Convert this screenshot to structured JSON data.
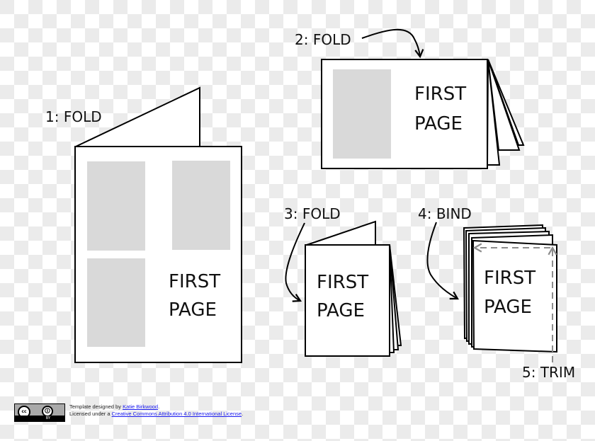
{
  "steps": {
    "step1": {
      "label": "1: FOLD",
      "page_text_line1": "FIRST",
      "page_text_line2": "PAGE"
    },
    "step2": {
      "label": "2: FOLD",
      "page_text_line1": "FIRST",
      "page_text_line2": "PAGE"
    },
    "step3": {
      "label": "3: FOLD",
      "page_text_line1": "FIRST",
      "page_text_line2": "PAGE"
    },
    "step4": {
      "label": "4: BIND",
      "page_text_line1": "FIRST",
      "page_text_line2": "PAGE"
    },
    "step5": {
      "label": "5: TRIM"
    }
  },
  "colors": {
    "placeholder_box": "#d9d9d9",
    "outline": "#000000",
    "trim_line": "#8c8c8c",
    "checker_light": "#ebebeb"
  },
  "footer": {
    "line1_prefix": "Template designed by ",
    "line1_link": "Katie Birkwood",
    "line1_suffix": ".",
    "line2_prefix": "Licensed under a ",
    "line2_link": "Creative Commons Attribution 4.0 International License",
    "line2_suffix": ".",
    "badge_cc": "cc",
    "badge_by": "BY"
  }
}
